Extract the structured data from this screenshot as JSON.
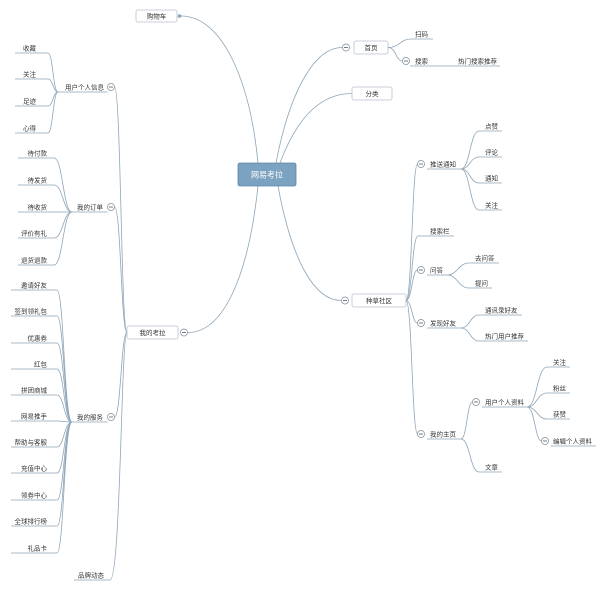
{
  "center": {
    "label": "网易考拉"
  },
  "right": {
    "home": {
      "label": "首页",
      "children": [
        {
          "label": "扫码"
        },
        {
          "label": "搜索",
          "children": [
            {
              "label": "热门搜索推荐"
            }
          ]
        }
      ]
    },
    "category": {
      "label": "分类"
    },
    "community": {
      "label": "种草社区",
      "children": [
        {
          "label": "推送通知",
          "children": [
            {
              "label": "点赞"
            },
            {
              "label": "评论"
            },
            {
              "label": "通知"
            },
            {
              "label": "关注"
            }
          ]
        },
        {
          "label": "搜索栏"
        },
        {
          "label": "问答",
          "children": [
            {
              "label": "去问答"
            },
            {
              "label": "提问"
            }
          ]
        },
        {
          "label": "发现好友",
          "children": [
            {
              "label": "通讯录好友"
            },
            {
              "label": "热门用户推荐"
            }
          ]
        },
        {
          "label": "我的主页",
          "children": [
            {
              "label": "用户个人资料",
              "children": [
                {
                  "label": "关注"
                },
                {
                  "label": "粉丝"
                },
                {
                  "label": "获赞"
                },
                {
                  "label": "编辑个人资料"
                }
              ]
            },
            {
              "label": "文章"
            }
          ]
        }
      ]
    }
  },
  "left": {
    "cart": {
      "label": "购物车"
    },
    "my_kaola": {
      "label": "我的考拉",
      "children": [
        {
          "label": "用户个人信息",
          "children": [
            {
              "label": "收藏"
            },
            {
              "label": "关注"
            },
            {
              "label": "足迹"
            },
            {
              "label": "心得"
            }
          ]
        },
        {
          "label": "我的订单",
          "children": [
            {
              "label": "待付款"
            },
            {
              "label": "待发货"
            },
            {
              "label": "待收货"
            },
            {
              "label": "评价有礼"
            },
            {
              "label": "退货退款"
            }
          ]
        },
        {
          "label": "我的服务",
          "children": [
            {
              "label": "邀请好友"
            },
            {
              "label": "签到领礼包"
            },
            {
              "label": "优惠券"
            },
            {
              "label": "红包"
            },
            {
              "label": "拼团商城"
            },
            {
              "label": "网易推手"
            },
            {
              "label": "帮助与客服"
            },
            {
              "label": "充值中心"
            },
            {
              "label": "领券中心"
            },
            {
              "label": "全球排行榜"
            },
            {
              "label": "礼品卡"
            }
          ]
        },
        {
          "label": "品牌动态"
        }
      ]
    }
  },
  "colors": {
    "center_fill": "#7ba2c0",
    "center_stroke": "#5f86a6",
    "center_text": "#ffffff",
    "line": "#8ea5b7",
    "box_border": "#b9c4cd",
    "text": "#333333"
  },
  "icons": {
    "toggle": "collapse-minus-icon",
    "connector_end": "connector-dot-icon"
  }
}
